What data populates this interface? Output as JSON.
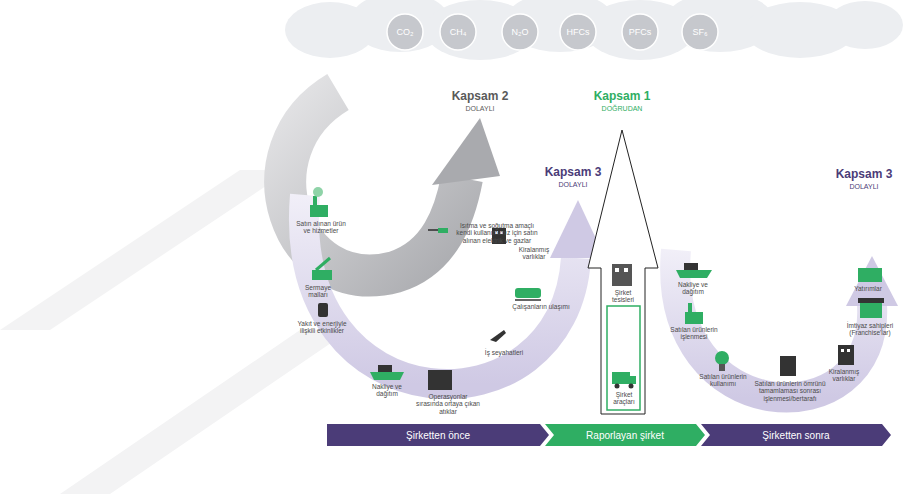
{
  "diagram": {
    "nodes": [
      {
        "text": [
          "CO₂"
        ]
      },
      {
        "text": [
          "CH₄"
        ]
      },
      {
        "text": [
          "N₂O"
        ]
      },
      {
        "text": [
          "HFCs"
        ]
      },
      {
        "text": [
          "PFCs"
        ]
      },
      {
        "text": [
          "SF₆"
        ]
      },
      {
        "text": [
          "Şirketten önce"
        ]
      },
      {
        "text": [
          "Raporlayan şirket"
        ]
      },
      {
        "text": [
          "Şirketten sonra"
        ]
      }
    ],
    "labels": [
      "Kapsam 2",
      "DOLAYLI",
      "Kapsam 1",
      "DOĞRUDAN",
      "Kapsam 3",
      "DOLAYLI",
      "Kapsam 3",
      "DOLAYLI",
      "Satın alınan ürün ve hizmetler",
      "Isıtma ve soğutma amaçlı kendi kullanımımız için satın alınan elektrik ve gazlar",
      "Kiralanmış varlıklar",
      "Sermaye malları",
      "Yakıt ve enerjiyle ilişkili etkinlikler",
      "Çalışanların ulaşımı",
      "İş seyahatleri",
      "Nakliye ve dağıtım",
      "Operasyonlar sırasında ortaya çıkan atıklar",
      "Şirket tesisleri",
      "Şirket araçları",
      "Nakliye ve dağıtım",
      "Satılan ürünlerin işlenmesi",
      "Satılan ürünlerin kullanımı",
      "Satılan ürünlerin ömrünü tamamlaması sonrası işlenmesi/bertarafı",
      "Kiralanmış varlıklar",
      "İmtiyaz sahipleri (Franchise'lar)",
      "Yatırımlar"
    ]
  }
}
